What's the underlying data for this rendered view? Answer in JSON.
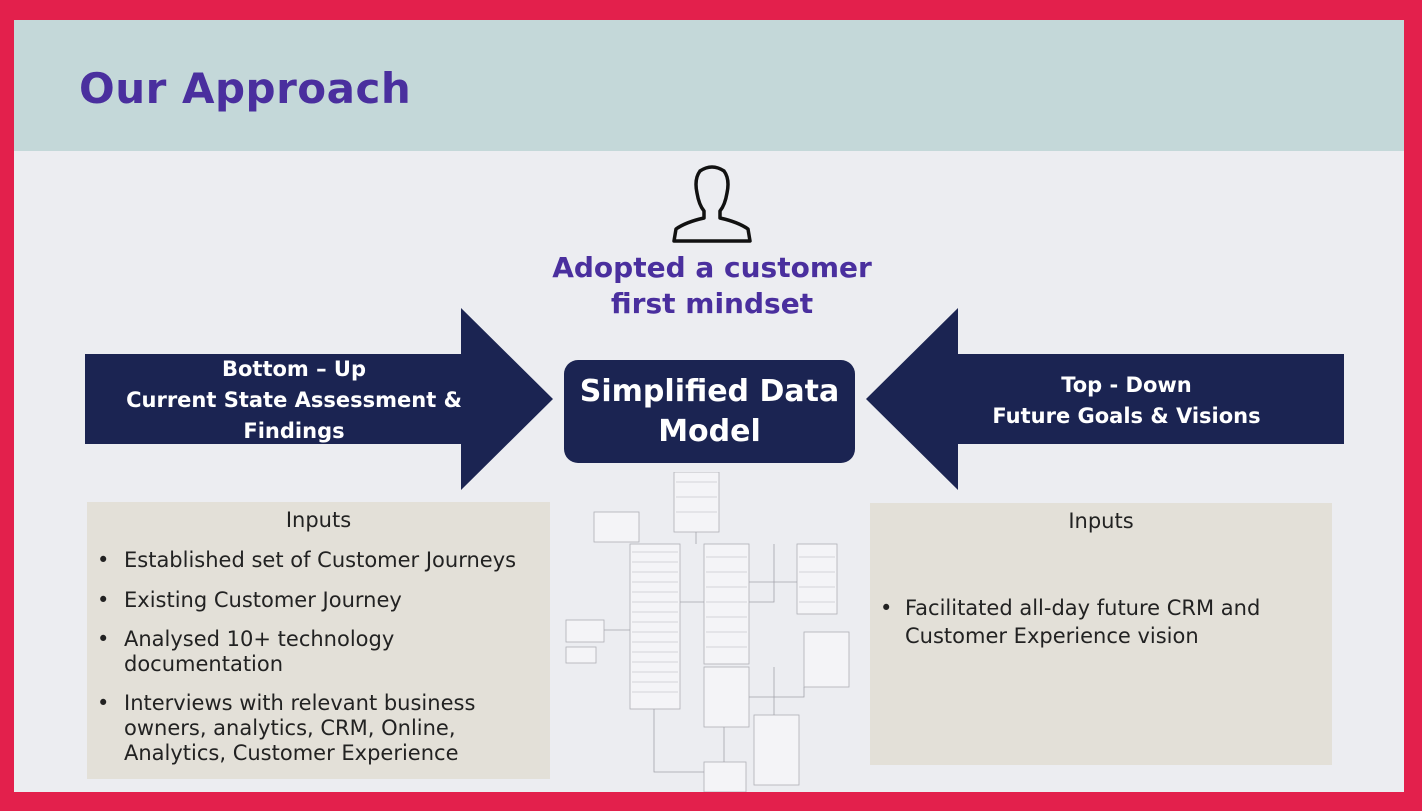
{
  "slide": {
    "title": "Our Approach",
    "tagline_line1": "Adopted a customer",
    "tagline_line2": "first mindset"
  },
  "left_arrow": {
    "line1": "Bottom – Up",
    "line2": "Current State Assessment &",
    "line3": "Findings"
  },
  "right_arrow": {
    "line1": "Top - Down",
    "line2": "Future Goals & Visions"
  },
  "center": {
    "line1": "Simplified Data",
    "line2": "Model"
  },
  "left_inputs": {
    "heading": "Inputs",
    "items": [
      "Established set of Customer Journeys",
      "Existing Customer Journey",
      "Analysed 10+ technology documentation",
      "Interviews with relevant business owners, analytics, CRM, Online, Analytics, Customer Experience"
    ]
  },
  "right_inputs": {
    "heading": "Inputs",
    "items": [
      "Facilitated all-day future CRM and Customer Experience vision"
    ]
  },
  "colors": {
    "frame": "#e3204c",
    "header_band": "#c4d8d9",
    "navy": "#1b2452",
    "purple": "#4a2f9e",
    "panel": "#e3e0d8"
  },
  "icons": [
    "person-icon",
    "data-model-diagram"
  ]
}
